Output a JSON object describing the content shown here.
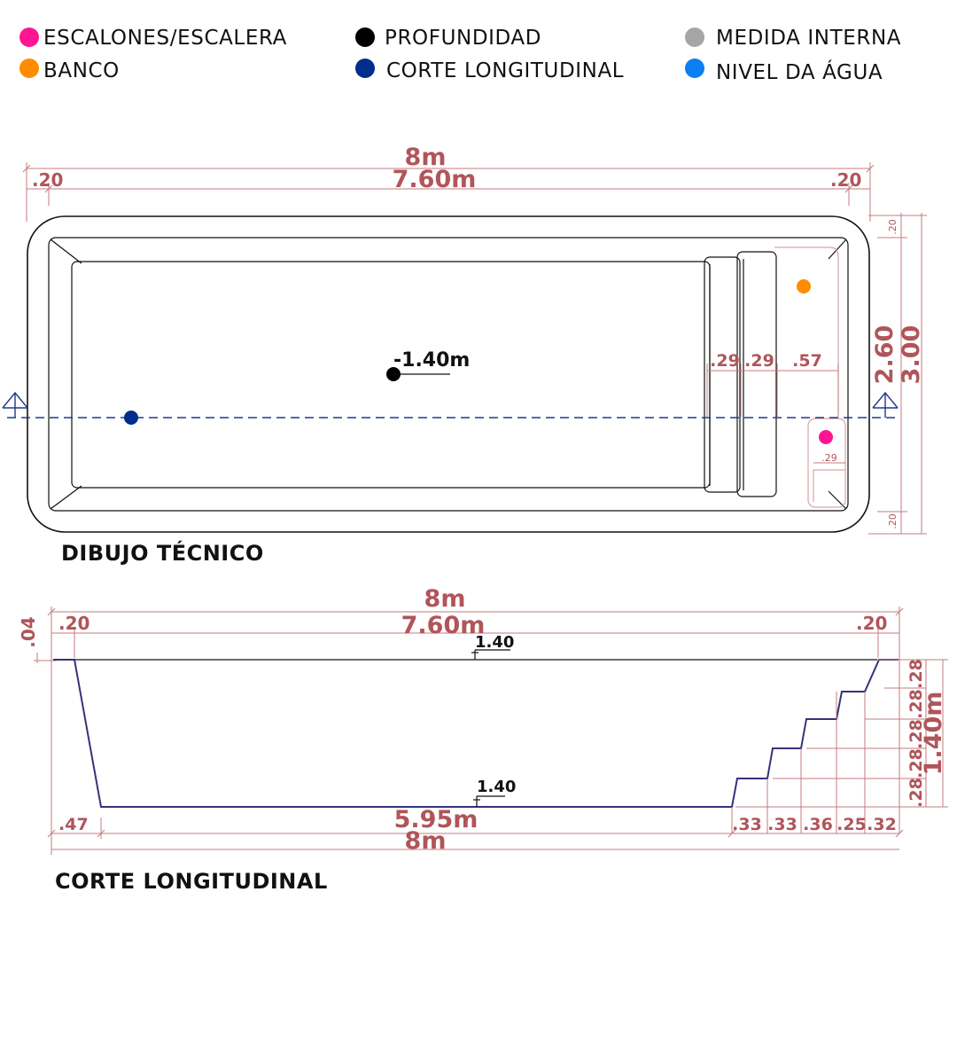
{
  "legend": {
    "items": [
      {
        "label": "ESCALONES/ESCALERA",
        "color": "#ff1493"
      },
      {
        "label": "PROFUNDIDAD",
        "color": "#000000"
      },
      {
        "label": "MEDIDA INTERNA",
        "color": "#a6a6a6"
      },
      {
        "label": "BANCO",
        "color": "#ff8c00"
      },
      {
        "label": "CORTE LONGITUDINAL",
        "color": "#002e8c"
      },
      {
        "label": "NIVEL DA ÁGUA",
        "color": "#0a7ef2"
      }
    ]
  },
  "plan": {
    "title": "DIBUJO TÉCNICO",
    "total_length": "8m",
    "inner_length": "7.60m",
    "border_left": ".20",
    "border_right": ".20",
    "inner_width": "2.60",
    "total_width": "3.00",
    "border_top": ".20",
    "border_bottom": ".20",
    "depth": "-1.40m",
    "step_1": ".29",
    "step_2": ".29",
    "bench": ".57",
    "ladder": ".29",
    "colors": {
      "dimension": "#b0555a",
      "outline": "#111111",
      "section_line": "#1f3a8f"
    }
  },
  "section": {
    "title": "CORTE LONGITUDINAL",
    "total_length_top": "8m",
    "inner_length": "7.60m",
    "border_left": ".20",
    "border_right": ".20",
    "lip": ".04",
    "water_level": "1.40",
    "floor_level": "1.40",
    "slope_left": ".47",
    "floor_length": "5.95m",
    "total_length_bottom": "8m",
    "depth": "1.40m",
    "step_heights": [
      ".28",
      ".28",
      ".28",
      ".28",
      ".28"
    ],
    "step_widths": [
      ".33",
      ".33",
      ".36",
      ".25",
      ".32"
    ]
  }
}
